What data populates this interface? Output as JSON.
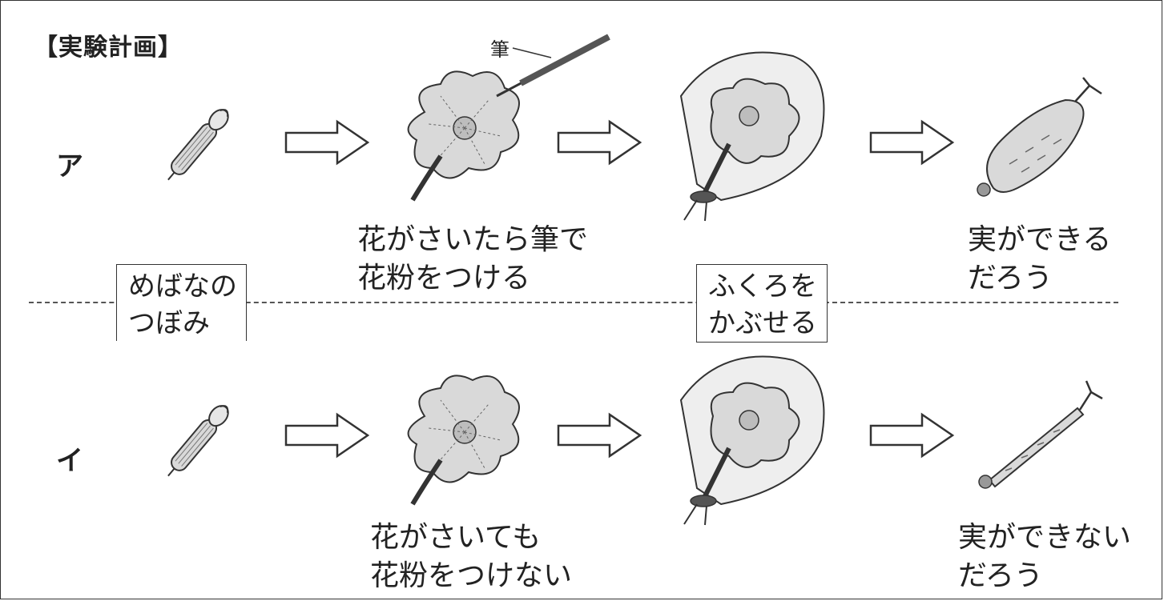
{
  "title": "【実験計画】",
  "rows": {
    "a": {
      "label": "ア",
      "step2": [
        "花がさいたら筆で",
        "花粉をつける"
      ],
      "result": [
        "実ができる",
        "だろう"
      ]
    },
    "i": {
      "label": "イ",
      "step2": [
        "花がさいても",
        "花粉をつけない"
      ],
      "result": [
        "実ができない",
        "だろう"
      ]
    }
  },
  "boxes": {
    "bud": [
      "めばなの",
      "つぼみ"
    ],
    "bag": [
      "ふくろを",
      "かぶせる"
    ]
  },
  "pen_label": "筆",
  "colors": {
    "line": "#333333",
    "fill_light": "#d9d9d9",
    "fill_mid": "#bdbdbd"
  }
}
